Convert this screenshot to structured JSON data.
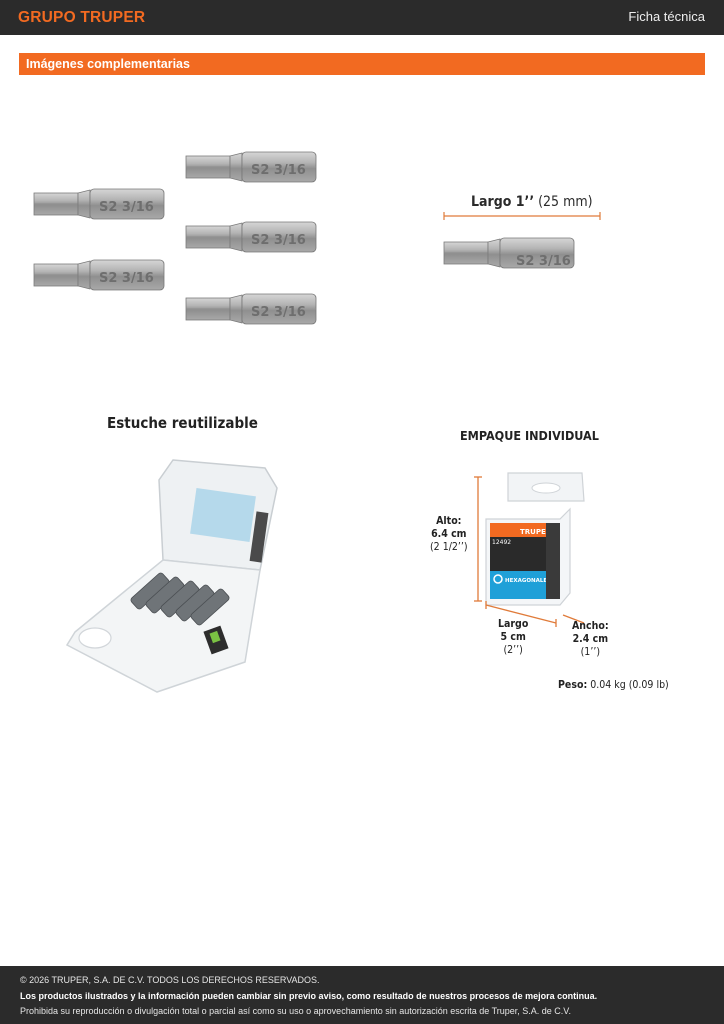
{
  "header": {
    "brand": "GRUPO TRUPER",
    "doc_type": "Ficha técnica"
  },
  "section": {
    "title": "Imágenes complementarias"
  },
  "bits": {
    "marking": "S2 3/16",
    "length_label_bold": "Largo 1’’",
    "length_label_light": "(25 mm)"
  },
  "case": {
    "title": "Estuche reutilizable"
  },
  "package": {
    "title": "EMPAQUE INDIVIDUAL",
    "height_label": "Alto:",
    "height_value": "6.4 cm",
    "height_imperial": "(2 1/2’’)",
    "length_label": "Largo",
    "length_value": "5 cm",
    "length_imperial": "(2’’)",
    "width_label": "Ancho:",
    "width_value": "2.4 cm",
    "width_imperial": "(1’’)",
    "weight_label": "Peso:",
    "weight_value": "0.04 kg (0.09 lb)",
    "card_brand": "TRUPER",
    "card_code": "12492",
    "card_badge": "HEXAGONALES"
  },
  "footer": {
    "copyright": "© 2026 TRUPER, S.A. DE C.V. TODOS LOS DERECHOS RESERVADOS.",
    "notice": "Los productos ilustrados y la información pueden cambiar sin previo aviso, como resultado de nuestros procesos de mejora continua.",
    "prohibition": "Prohibida su reproducción o divulgación total o parcial así como su uso o aprovechamiento sin autorización escrita de Truper, S.A. de C.V."
  },
  "colors": {
    "brand_orange": "#f26a21",
    "bar_dark": "#2b2b2b",
    "badge_blue": "#1fa0d8"
  }
}
